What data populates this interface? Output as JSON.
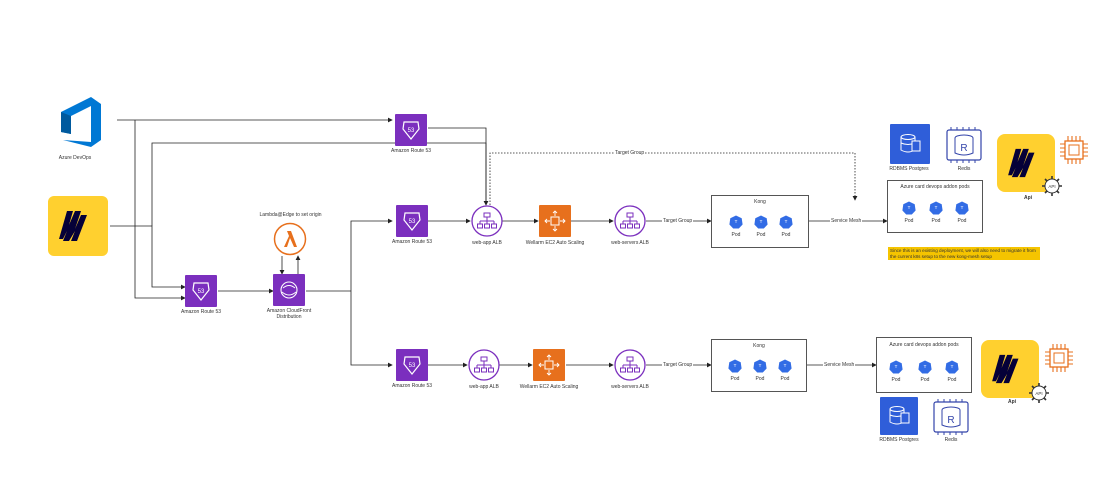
{
  "diagram": {
    "azure_devops_label": "Azure DevOps",
    "lambda_label": "Lambda@Edge to set origin",
    "route53_left_label": "Amazon Route 53",
    "cloudfront_label": "Amazon CloudFront Distribution",
    "route53_top_label": "Amazon Route 53",
    "target_group_dotted_label": "Target Group",
    "top_row": {
      "route53_label": "Amazon Route 53",
      "webapp_alb_label": "web-app ALB",
      "autoscaling_label": "Wellarm EC2 Auto Scaling",
      "webservers_alb_label": "web-servers ALB",
      "target_group_label": "Target Group",
      "kong_title": "Kong",
      "pods": [
        "Pod",
        "Pod",
        "Pod"
      ],
      "service_mesh_label": "Service Mesh",
      "addon_title": "Azure card devops addon pods",
      "addon_pods": [
        "Pod",
        "Pod",
        "Pod"
      ],
      "rdbms_label": "RDBMS Postgres",
      "redis_label": "Redis",
      "api_label": "Api",
      "note": "Since this is an existing deployment, we will also need to migrate it from the current k8s setup to the new kong-mesh setup"
    },
    "bottom_row": {
      "route53_label": "Amazon Route 53",
      "webapp_alb_label": "web-app ALB",
      "autoscaling_label": "Wellarm EC2 Auto Scaling",
      "webservers_alb_label": "web-servers ALB",
      "target_group_label": "Target Group",
      "kong_title": "Kong",
      "pods": [
        "Pod",
        "Pod",
        "Pod"
      ],
      "service_mesh_label": "Service Mesh",
      "addon_title": "Azure card devops addon pods",
      "addon_pods": [
        "Pod",
        "Pod",
        "Pod"
      ],
      "rdbms_label": "RDBMS Postgres",
      "redis_label": "Redis",
      "api_label": "Api"
    },
    "colors": {
      "aws_purple": "#7b2fbe",
      "aws_orange": "#e7701d",
      "k8s_blue": "#326ce5",
      "azure_blue": "#0078d4",
      "miro_yellow": "#ffd02f",
      "note_yellow": "#f5c400"
    }
  }
}
